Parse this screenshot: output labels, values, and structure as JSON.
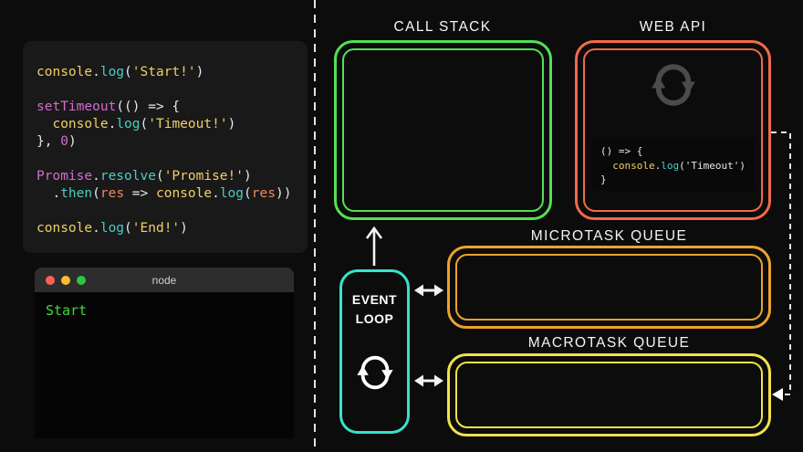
{
  "diagram": {
    "call_stack": {
      "title": "CALL STACK",
      "color": "#54e054"
    },
    "web_api": {
      "title": "WEB API",
      "color": "#f2694c",
      "code_lines": [
        [
          {
            "t": "() => {",
            "c": "w"
          }
        ],
        [
          {
            "t": "  ",
            "c": "w"
          },
          {
            "t": "console",
            "c": "y"
          },
          {
            "t": ".",
            "c": "w"
          },
          {
            "t": "log",
            "c": "t"
          },
          {
            "t": "(",
            "c": "w"
          },
          {
            "t": "'Timeout'",
            "c": "w"
          },
          {
            "t": ")",
            "c": "w"
          }
        ],
        [
          {
            "t": "}",
            "c": "w"
          }
        ]
      ]
    },
    "microtask_queue": {
      "title": "MICROTASK QUEUE",
      "color": "#eea22d"
    },
    "macrotask_queue": {
      "title": "MACROTASK QUEUE",
      "color": "#f2e14b"
    },
    "event_loop": {
      "label": "EVENT LOOP",
      "color": "#36e3cd"
    },
    "icons": {
      "web_api_icon": "refresh-cycle",
      "event_loop_icon": "refresh-cycle",
      "arrows": [
        "up-arrow",
        "double-arrow",
        "double-arrow",
        "dashed-connector-left-arrow"
      ]
    }
  },
  "editor": {
    "code_lines": [
      [
        {
          "t": "console",
          "c": "y"
        },
        {
          "t": ".",
          "c": "w"
        },
        {
          "t": "log",
          "c": "t"
        },
        {
          "t": "(",
          "c": "w"
        },
        {
          "t": "'Start!'",
          "c": "y"
        },
        {
          "t": ")",
          "c": "w"
        }
      ],
      [],
      [
        {
          "t": "setTimeout",
          "c": "m"
        },
        {
          "t": "(() => {",
          "c": "w"
        }
      ],
      [
        {
          "t": "  ",
          "c": "w"
        },
        {
          "t": "console",
          "c": "y"
        },
        {
          "t": ".",
          "c": "w"
        },
        {
          "t": "log",
          "c": "t"
        },
        {
          "t": "(",
          "c": "w"
        },
        {
          "t": "'Timeout!'",
          "c": "y"
        },
        {
          "t": ")",
          "c": "w"
        }
      ],
      [
        {
          "t": "}, ",
          "c": "w"
        },
        {
          "t": "0",
          "c": "m"
        },
        {
          "t": ")",
          "c": "w"
        }
      ],
      [],
      [
        {
          "t": "Promise",
          "c": "m"
        },
        {
          "t": ".",
          "c": "w"
        },
        {
          "t": "resolve",
          "c": "t"
        },
        {
          "t": "(",
          "c": "w"
        },
        {
          "t": "'Promise!'",
          "c": "y"
        },
        {
          "t": ")",
          "c": "w"
        }
      ],
      [
        {
          "t": "  .",
          "c": "w"
        },
        {
          "t": "then",
          "c": "t"
        },
        {
          "t": "(",
          "c": "w"
        },
        {
          "t": "res",
          "c": "o"
        },
        {
          "t": " => ",
          "c": "w"
        },
        {
          "t": "console",
          "c": "y"
        },
        {
          "t": ".",
          "c": "w"
        },
        {
          "t": "log",
          "c": "t"
        },
        {
          "t": "(",
          "c": "w"
        },
        {
          "t": "res",
          "c": "o"
        },
        {
          "t": "))",
          "c": "w"
        }
      ],
      [],
      [
        {
          "t": "console",
          "c": "y"
        },
        {
          "t": ".",
          "c": "w"
        },
        {
          "t": "log",
          "c": "t"
        },
        {
          "t": "(",
          "c": "w"
        },
        {
          "t": "'End!'",
          "c": "y"
        },
        {
          "t": ")",
          "c": "w"
        }
      ]
    ]
  },
  "terminal": {
    "title": "node",
    "output": "Start"
  },
  "colors": {
    "background": "#0c0c0c",
    "editor_bg": "#191919",
    "terminal_bg": "#050505",
    "terminal_bar_bg": "#2d2d2d",
    "terminal_text_green": "#3ddc3d",
    "syntax_yellow": "#f2cf66",
    "syntax_teal": "#49cfc5",
    "syntax_magenta": "#d46bcf",
    "syntax_orange": "#ef8a5a",
    "traffic_red": "#ff5f57",
    "traffic_yellow": "#febc2e",
    "traffic_green": "#2ac840"
  }
}
